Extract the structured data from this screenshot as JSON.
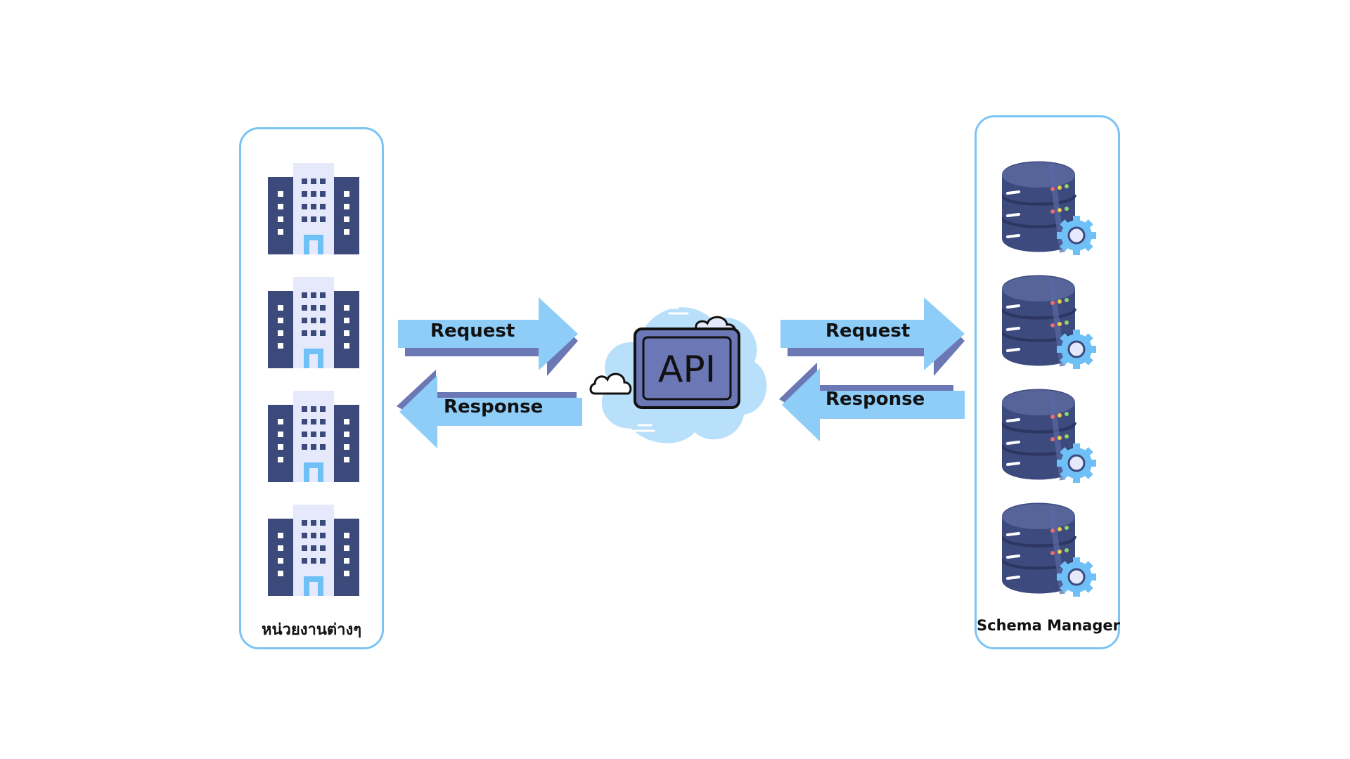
{
  "left_panel": {
    "label": "หน่วยงานต่างๆ",
    "icon": "office-building-icon",
    "count": 4
  },
  "right_panel": {
    "label": "Schema Manager",
    "icon": "database-server-gear-icon",
    "count": 4
  },
  "left_arrows": {
    "request_label": "Request",
    "response_label": "Response"
  },
  "right_arrows": {
    "request_label": "Request",
    "response_label": "Response"
  },
  "center": {
    "api_label": "API",
    "icon": "api-cloud-icon"
  },
  "colors": {
    "panel_border": "#7cc4f4",
    "arrow_fill": "#8ecdf8",
    "arrow_shadow": "#6b78b5",
    "building_dark": "#3b4a7a",
    "building_light": "#e6e9fb",
    "database_dark": "#3c4a7e",
    "gear": "#6ec0f6",
    "cloud": "#b9e0fb"
  }
}
